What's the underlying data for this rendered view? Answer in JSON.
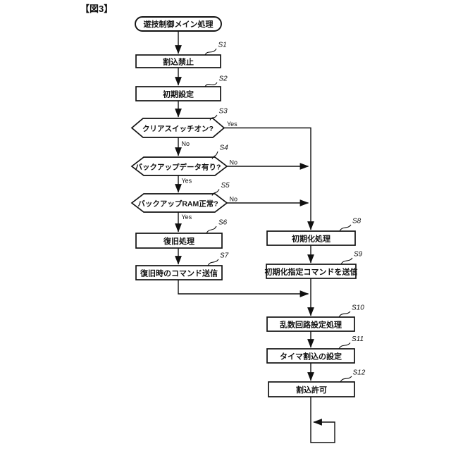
{
  "figure_label": "【図3】",
  "diagram": {
    "background_color": "#ffffff",
    "line_color": "#111111",
    "start": {
      "label": "遊技制御メイン処理"
    },
    "steps": [
      {
        "id": "S1",
        "label": "割込禁止",
        "type": "process"
      },
      {
        "id": "S2",
        "label": "初期設定",
        "type": "process"
      },
      {
        "id": "S3",
        "label": "クリアスイッチオン?",
        "type": "decision",
        "yes_label": "Yes",
        "no_label": "No"
      },
      {
        "id": "S4",
        "label": "バックアップデータ有り?",
        "type": "decision",
        "yes_label": "Yes",
        "no_label": "No"
      },
      {
        "id": "S5",
        "label": "バックアップRAM正常?",
        "type": "decision",
        "yes_label": "Yes",
        "no_label": "No"
      },
      {
        "id": "S6",
        "label": "復旧処理",
        "type": "process"
      },
      {
        "id": "S7",
        "label": "復旧時のコマンド送信",
        "type": "process"
      },
      {
        "id": "S8",
        "label": "初期化処理",
        "type": "process"
      },
      {
        "id": "S9",
        "label": "初期化指定コマンドを送信",
        "type": "process"
      },
      {
        "id": "S10",
        "label": "乱数回路設定処理",
        "type": "process"
      },
      {
        "id": "S11",
        "label": "タイマ割込の設定",
        "type": "process"
      },
      {
        "id": "S12",
        "label": "割込許可",
        "type": "process"
      }
    ]
  }
}
